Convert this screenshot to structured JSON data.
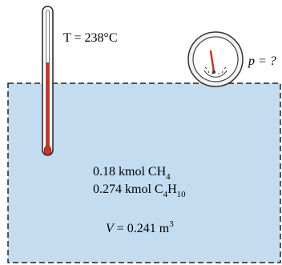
{
  "diagram": {
    "temperature_label": "T = 238°C",
    "pressure_label": "p = ?",
    "species_1": {
      "amount": "0.18 kmol CH",
      "subscript": "4"
    },
    "species_2": {
      "amount": "0.274 kmol C",
      "sub_c": "4",
      "mid": "H",
      "sub_h": "10"
    },
    "volume": {
      "symbol": "V",
      "equals": " = 0.241 m",
      "superscript": "3"
    }
  },
  "colors": {
    "tank_fill": "#c3dcf0",
    "mercury": "#c0392b",
    "gauge_needle": "#c0392b",
    "outline": "#222222"
  }
}
